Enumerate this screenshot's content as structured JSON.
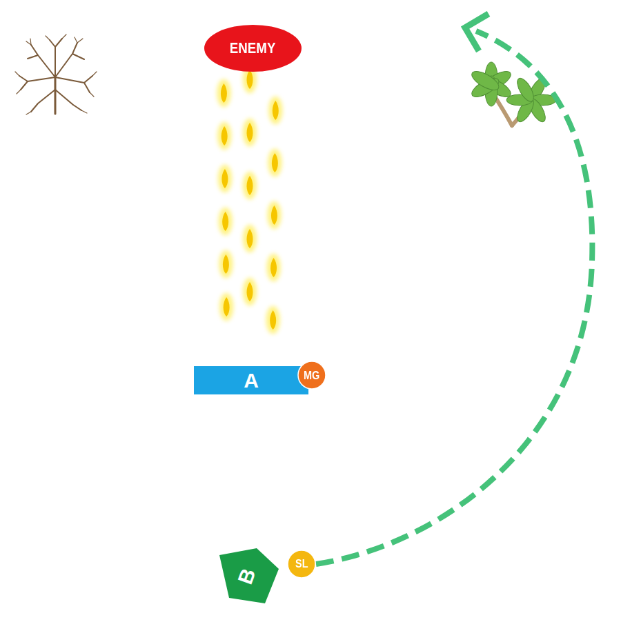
{
  "diagram": {
    "nodes": [
      {
        "text": [
          "ENEMY"
        ]
      },
      {
        "text": [
          "A"
        ]
      },
      {
        "text": [
          "MG"
        ]
      },
      {
        "text": [
          "B"
        ]
      },
      {
        "text": [
          "SL"
        ]
      }
    ]
  }
}
